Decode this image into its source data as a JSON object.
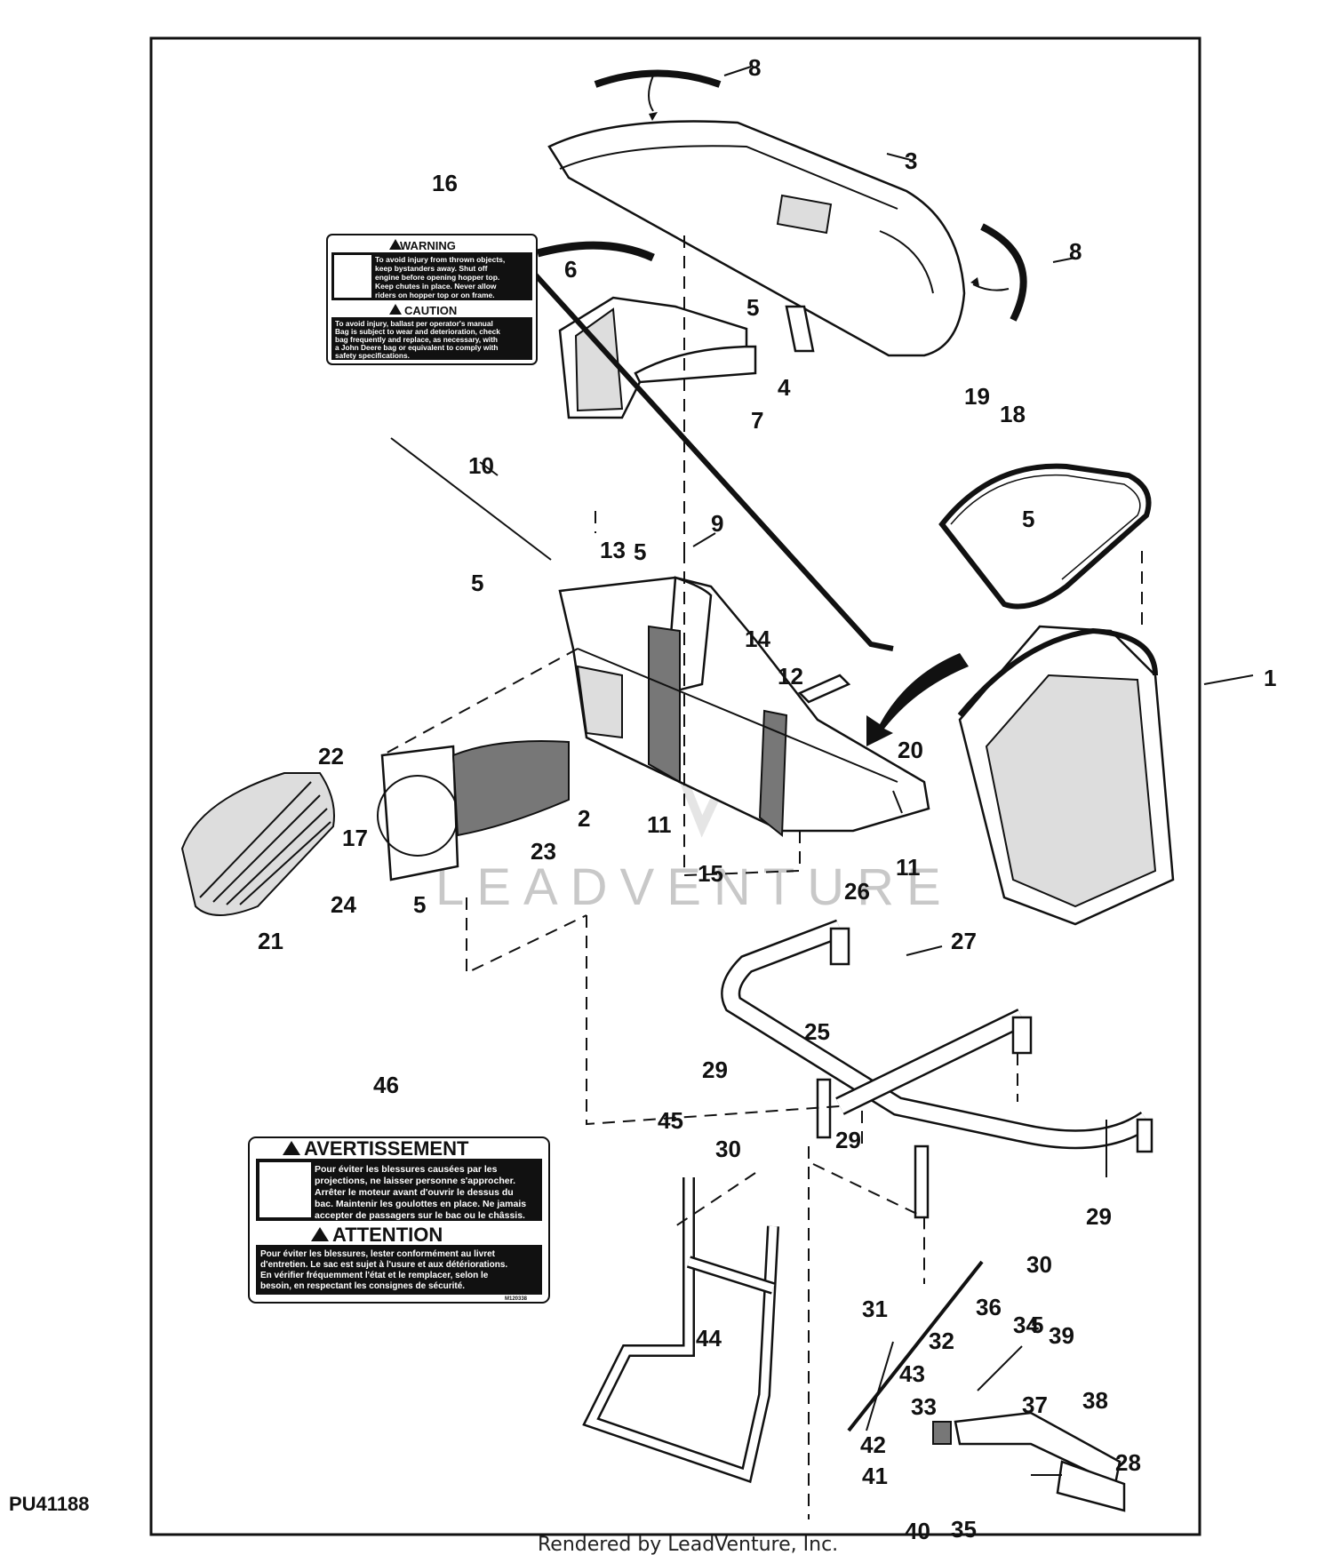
{
  "diagram": {
    "figure_code": "PU41188",
    "footer": "Rendered by LeadVenture, Inc.",
    "watermark": "LEADVENTURE",
    "callouts": [
      "1",
      "2",
      "3",
      "4",
      "5",
      "5",
      "5",
      "5",
      "5",
      "5",
      "6",
      "7",
      "8",
      "8",
      "9",
      "10",
      "11",
      "11",
      "12",
      "13",
      "14",
      "15",
      "16",
      "17",
      "18",
      "19",
      "20",
      "21",
      "22",
      "23",
      "24",
      "25",
      "26",
      "27",
      "28",
      "29",
      "29",
      "29",
      "30",
      "30",
      "31",
      "32",
      "33",
      "34",
      "35",
      "36",
      "37",
      "38",
      "39",
      "40",
      "41",
      "42",
      "43",
      "44",
      "45",
      "46"
    ]
  },
  "labels": {
    "warning_en": {
      "warning_title": "WARNING",
      "warning_lines": [
        "To avoid injury from thrown objects,",
        "keep bystanders away. Shut off",
        "engine before opening hopper top.",
        "Keep chutes in place. Never allow",
        "riders on hopper top or on frame."
      ],
      "caution_title": "CAUTION",
      "caution_lines": [
        "To avoid injury, ballast per operator's manual",
        "Bag is subject to wear and deterioration, check",
        "bag frequently and replace, as necessary, with",
        "a John Deere bag or equivalent to comply with",
        "safety specifications."
      ]
    },
    "warning_fr": {
      "warning_title": "AVERTISSEMENT",
      "warning_lines": [
        "Pour éviter les blessures causées par les",
        "projections, ne laisser personne s'approcher.",
        "Arrêter le moteur avant d'ouvrir le dessus du",
        "bac. Maintenir les goulottes en place. Ne jamais",
        "accepter de passagers sur le bac ou le châssis."
      ],
      "caution_title": "ATTENTION",
      "caution_lines": [
        "Pour éviter les blessures, lester conformément au livret",
        "d'entretien. Le sac est sujet à l'usure et aux détériorations.",
        "En vérifier fréquemment l'état et le remplacer, selon le",
        "besoin, en respectant les consignes de sécurité."
      ],
      "code": "M120338"
    }
  }
}
